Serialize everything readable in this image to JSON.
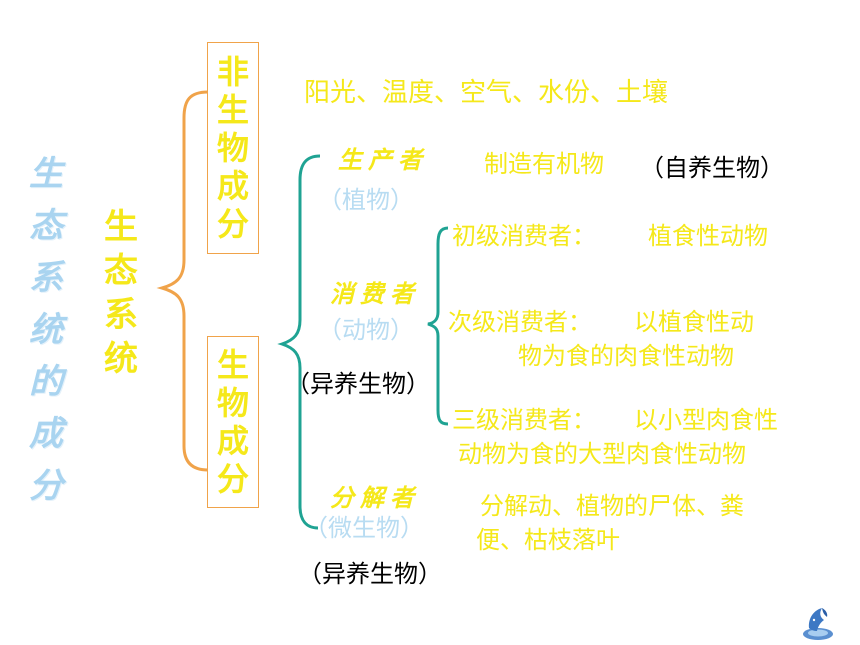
{
  "side_title_chars": [
    "生",
    "态",
    "系",
    "统",
    "的",
    "成",
    "分"
  ],
  "root_chars": [
    "生",
    "态",
    "系",
    "统"
  ],
  "nonbio_chars": [
    "非",
    "生",
    "物",
    "成",
    "分"
  ],
  "bio_chars": [
    "生",
    "物",
    "成",
    "分"
  ],
  "nonbio_items": "阳光、温度、空气、水份、土壤",
  "producer": {
    "role": "生产者",
    "example": "（植物）",
    "desc": "制造有机物",
    "type": "（自养生物）"
  },
  "consumer": {
    "role": "消费者",
    "example": "（动物）",
    "type": "（异养生物）",
    "primary_label": "初级消费者：",
    "primary_desc": "植食性动物",
    "secondary_label": "次级消费者：",
    "secondary_desc_1": "以植食性动",
    "secondary_desc_2": "物为食的肉食性动物",
    "tertiary_label": "三级消费者：",
    "tertiary_desc_1": "以小型肉食性",
    "tertiary_desc_2": "动物为食的大型肉食性动物"
  },
  "decomposer": {
    "role": "分解者",
    "example": "（微生物）",
    "desc_1": "分解动、植物的尸体、粪",
    "desc_2": "便、枯枝落叶",
    "type": "（异养生物）"
  },
  "colors": {
    "highlight_text": "#f5e81a",
    "muted_text": "#b8dcf2",
    "orange_brace": "#f0a34a",
    "teal_brace": "#1fa393"
  }
}
